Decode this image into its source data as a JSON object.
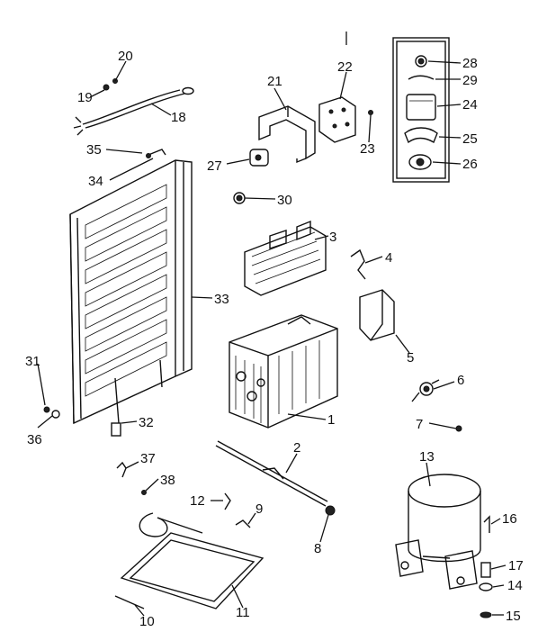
{
  "diagram": {
    "labels": [
      "20",
      "19",
      "18",
      "21",
      "22",
      "23",
      "28",
      "29",
      "24",
      "25",
      "26",
      "27",
      "35",
      "34",
      "30",
      "3",
      "4",
      "33",
      "5",
      "31",
      "6",
      "1",
      "36",
      "32",
      "7",
      "2",
      "37",
      "38",
      "13",
      "12",
      "9",
      "8",
      "16",
      "17",
      "14",
      "11",
      "10",
      "15"
    ]
  },
  "colors": {
    "ink": "#111111",
    "paper": "#ffffff"
  }
}
